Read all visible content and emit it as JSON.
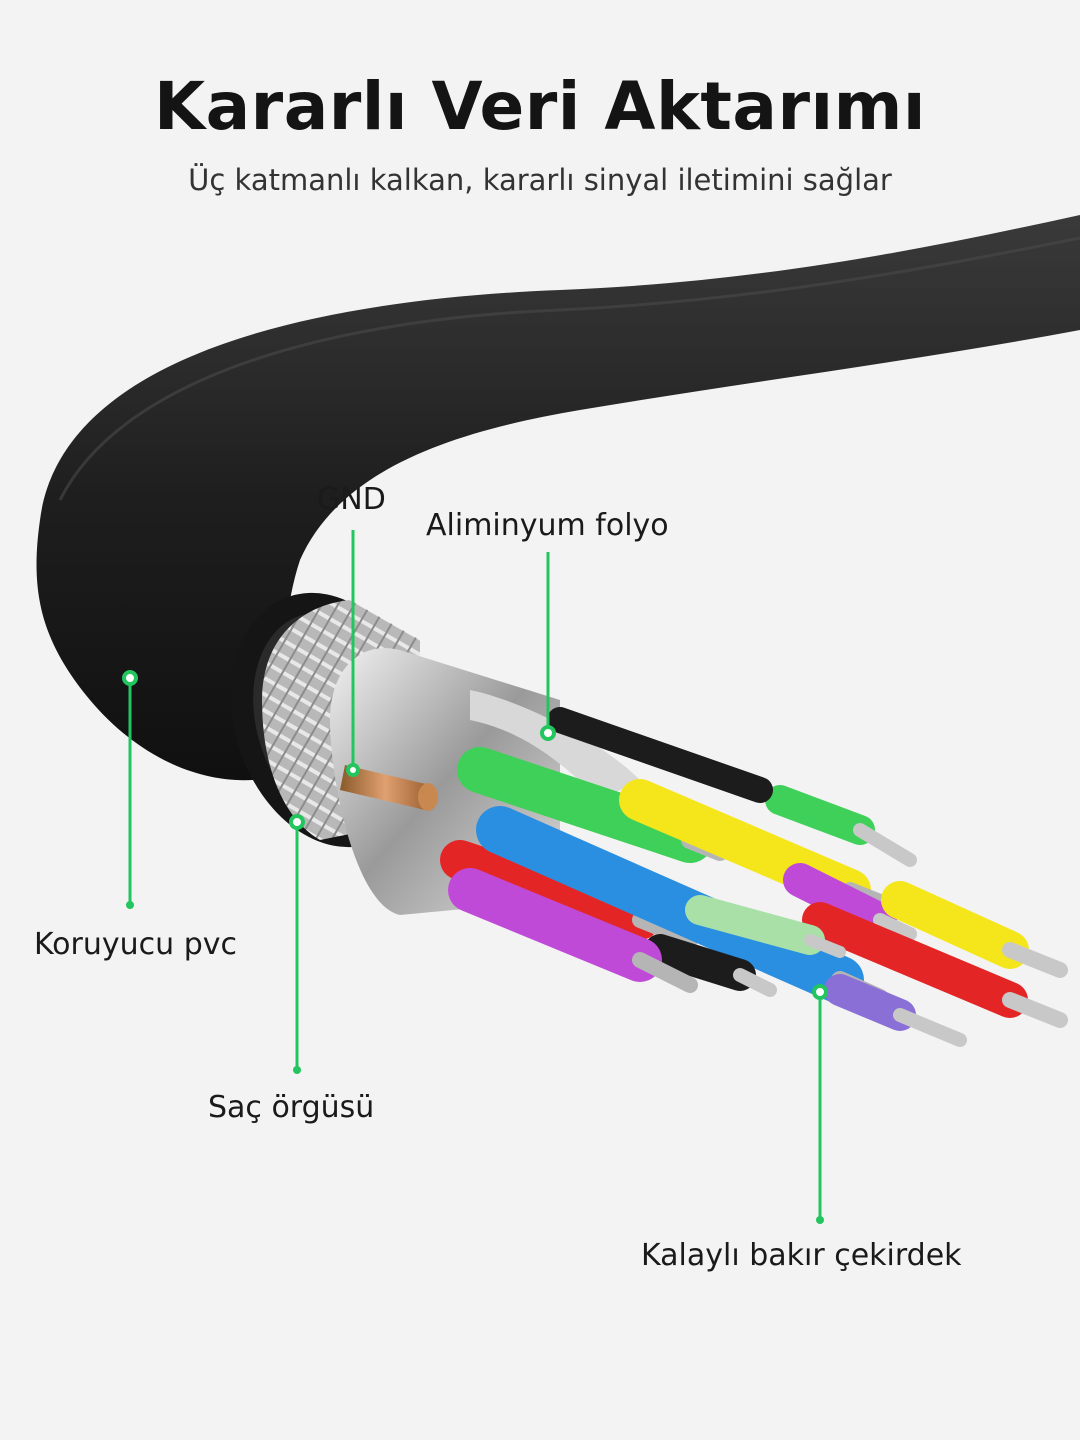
{
  "header": {
    "title": "Kararlı Veri Aktarımı",
    "subtitle": "Üç katmanlı kalkan, kararlı sinyal iletimini sağlar"
  },
  "labels": {
    "gnd": "GND",
    "foil": "Aliminyum folyo",
    "pvc": "Koruyucu pvc",
    "braid": "Saç örgüsü",
    "core": "Kalaylı bakır çekirdek"
  },
  "colors": {
    "background": "#f3f3f3",
    "accent": "#22c55e",
    "jacket": "#1c1c1c",
    "wire_colors": [
      "#3fd05a",
      "#f5e61c",
      "#c04ad8",
      "#e42525",
      "#2a8fe0",
      "#8a6fd6",
      "#1c1c1c",
      "#a8e0a8"
    ]
  }
}
